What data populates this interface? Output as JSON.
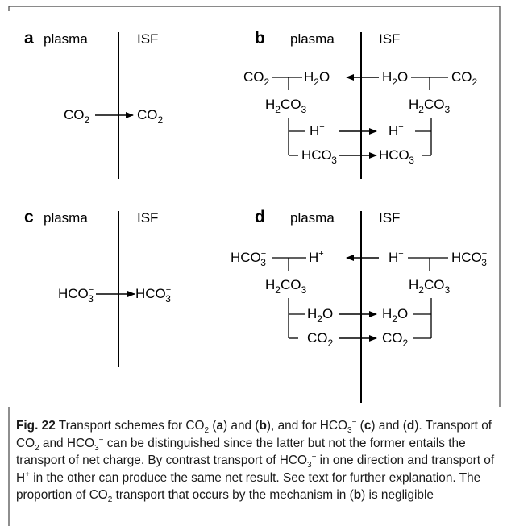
{
  "figure": {
    "panels": {
      "a": {
        "letter": "a",
        "left_label": "plasma",
        "right_label": "ISF"
      },
      "b": {
        "letter": "b",
        "left_label": "plasma",
        "right_label": "ISF"
      },
      "c": {
        "letter": "c",
        "left_label": "plasma",
        "right_label": "ISF"
      },
      "d": {
        "letter": "d",
        "left_label": "plasma",
        "right_label": "ISF"
      }
    }
  },
  "caption": {
    "fig_label": "Fig. 22",
    "t1": "Transport schemes for CO",
    "t2": " (",
    "t3": ") and (",
    "t4": "), and for HCO",
    "t5": " (",
    "t6": ") and (",
    "t7": "). Transport of CO",
    "t8": " and HCO",
    "t9": " can be distinguished since the latter but not the former entails the transport of net charge. By contrast transport of HCO",
    "t10": " in one direction and transport of H",
    "t11": " in the other can produce the same net result. See text for further explanation. The proportion of CO",
    "t12": " transport that occurs by the mechanism in (",
    "t13": ") is negligible",
    "sub2": "2",
    "sub3": "3",
    "sup_minus": "−",
    "sup_plus": "+",
    "ref_a": "a",
    "ref_b": "b",
    "ref_c": "c",
    "ref_d": "d"
  }
}
